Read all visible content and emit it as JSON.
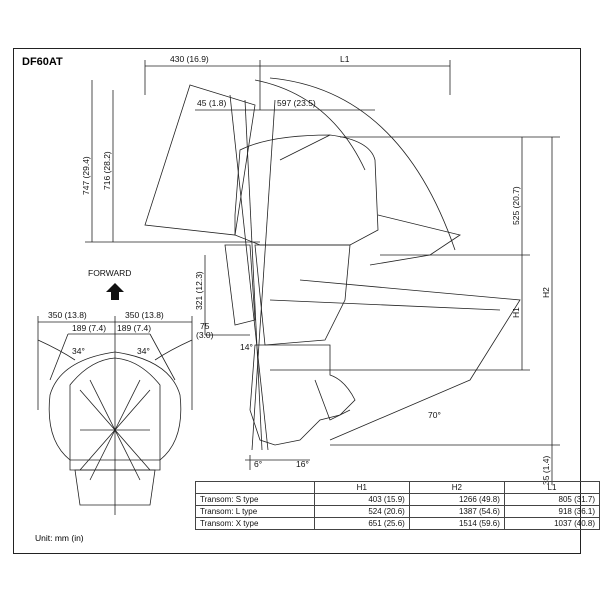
{
  "title": "DF60AT",
  "unit_note": "Unit: mm (in)",
  "forward_label": "FORWARD",
  "dimensions": {
    "top_430": "430 (16.9)",
    "top_L1": "L1",
    "d_45": "45 (1.8)",
    "d_597": "597 (23.5)",
    "v_747": "747 (29.4)",
    "v_716": "716 (28.2)",
    "v_525": "525 (20.7)",
    "v_H1": "H1",
    "v_H2": "H2",
    "v_321": "321 (12.3)",
    "d_75": "75",
    "d_75_in": "(3.0)",
    "a_14": "14°",
    "a_70": "70°",
    "a_6": "6°",
    "a_16": "16°",
    "v_35": "35 (1.4)",
    "w_350_left": "350 (13.8)",
    "w_350_right": "350 (13.8)",
    "w_189_left": "189 (7.4)",
    "w_189_right": "189 (7.4)",
    "a_34_left": "34°",
    "a_34_right": "34°"
  },
  "table": {
    "headers": [
      "",
      "H1",
      "H2",
      "L1"
    ],
    "rows": [
      [
        "Transom: S type",
        "403 (15.9)",
        "1266 (49.8)",
        "805 (31.7)"
      ],
      [
        "Transom: L type",
        "524 (20.6)",
        "1387 (54.6)",
        "918 (36.1)"
      ],
      [
        "Transom: X type",
        "651 (25.6)",
        "1514 (59.6)",
        "1037 (40.8)"
      ]
    ]
  }
}
